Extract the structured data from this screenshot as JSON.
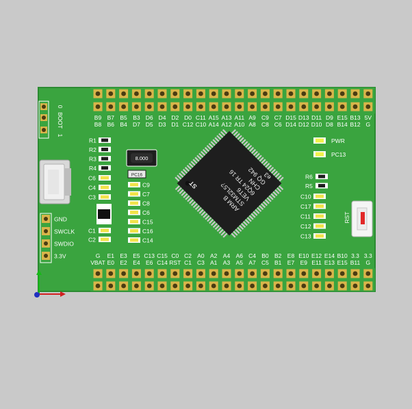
{
  "board": {
    "colors": {
      "background": "#c9c9c9",
      "pcb": "#3aa43f",
      "pcb_edge": "#2b8a31",
      "pad_gold": "#d9b54a",
      "hole": "#4a3c12",
      "silk": "#ffffff",
      "chip": "#1e1e1e",
      "led_green": "#f2f24a",
      "usb": "#d8d8d8",
      "button_red": "#e22828"
    },
    "top_header": {
      "row1": [
        "B9",
        "B7",
        "B5",
        "B3",
        "D6",
        "D4",
        "D2",
        "D0",
        "C11",
        "A15",
        "A13",
        "A11",
        "A9",
        "C9",
        "C7",
        "D15",
        "D13",
        "D11",
        "D9",
        "E15",
        "B13",
        "5V"
      ],
      "row2": [
        "B8",
        "B6",
        "B4",
        "D7",
        "D5",
        "D3",
        "D1",
        "C12",
        "C10",
        "A14",
        "A12",
        "A10",
        "A8",
        "C8",
        "C6",
        "D14",
        "D12",
        "D10",
        "D8",
        "B14",
        "B12",
        "G"
      ]
    },
    "bottom_header": {
      "row1": [
        "G",
        "E1",
        "E3",
        "E5",
        "C13",
        "C15",
        "C0",
        "C2",
        "A0",
        "A2",
        "A4",
        "A6",
        "C4",
        "B0",
        "B2",
        "E8",
        "E10",
        "E12",
        "E14",
        "B10",
        "3.3",
        "3.3"
      ],
      "row2": [
        "VBAT",
        "E0",
        "E2",
        "E4",
        "E6",
        "C14",
        "RST",
        "C1",
        "C3",
        "A1",
        "A3",
        "A5",
        "A7",
        "C5",
        "B1",
        "E7",
        "E9",
        "E11",
        "E13",
        "E15",
        "B11",
        "G"
      ]
    },
    "boot": {
      "label": "BOOT",
      "pin0": "0",
      "pin1": "1"
    },
    "swd": [
      "GND",
      "SWCLK",
      "SWDIO",
      "3.3V"
    ],
    "left_resistors": [
      "R1",
      "R2",
      "R3",
      "R4"
    ],
    "left_caps": [
      "C6",
      "C4",
      "C3"
    ],
    "bottom_left_caps": [
      "C1",
      "C2"
    ],
    "mid_caps": [
      "C9",
      "C7",
      "C8",
      "C6",
      "C15",
      "C16",
      "C14"
    ],
    "crystal_top": "8.000",
    "crystal_small": "PC16",
    "right_resistors": [
      "R6",
      "R5"
    ],
    "right_caps": [
      "C10",
      "C17",
      "C11",
      "C12",
      "C13"
    ],
    "leds": [
      "PWR",
      "PC13"
    ],
    "reset_label": "RST",
    "chip": {
      "brand": "ST",
      "lines": [
        "ARM B",
        "STM32L5?",
        "VET6",
        "6Q24 TR 16",
        "CHN",
        "GQ 942",
        "e3"
      ]
    }
  }
}
